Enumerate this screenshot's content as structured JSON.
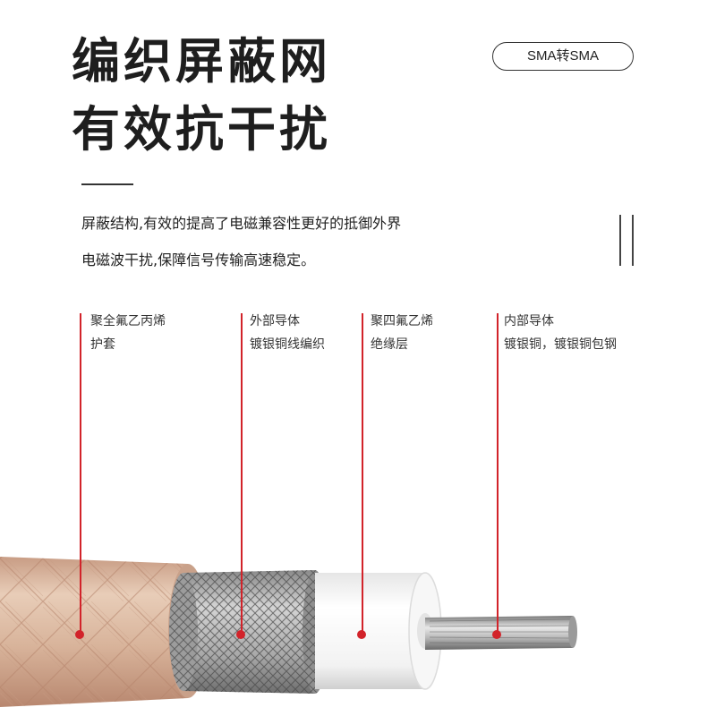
{
  "heading": {
    "line1": "编织屏蔽网",
    "line2": "有效抗干扰"
  },
  "badge": "SMA转SMA",
  "description": {
    "line1": "屏蔽结构,有效的提高了电磁兼容性更好的抵御外界",
    "line2": "电磁波干扰,保障信号传输高速稳定。"
  },
  "layers": [
    {
      "line1": "聚全氟乙丙烯",
      "line2": "护套"
    },
    {
      "line1": "外部导体",
      "line2": "镀银铜线编织"
    },
    {
      "line1": "聚四氟乙烯",
      "line2": "绝缘层"
    },
    {
      "line1": "内部导体",
      "line2": "镀银铜，镀银铜包钢"
    }
  ],
  "colors": {
    "accent": "#d2232a",
    "jacket": "#d9b59c",
    "insulation": "#f4f4f4"
  }
}
